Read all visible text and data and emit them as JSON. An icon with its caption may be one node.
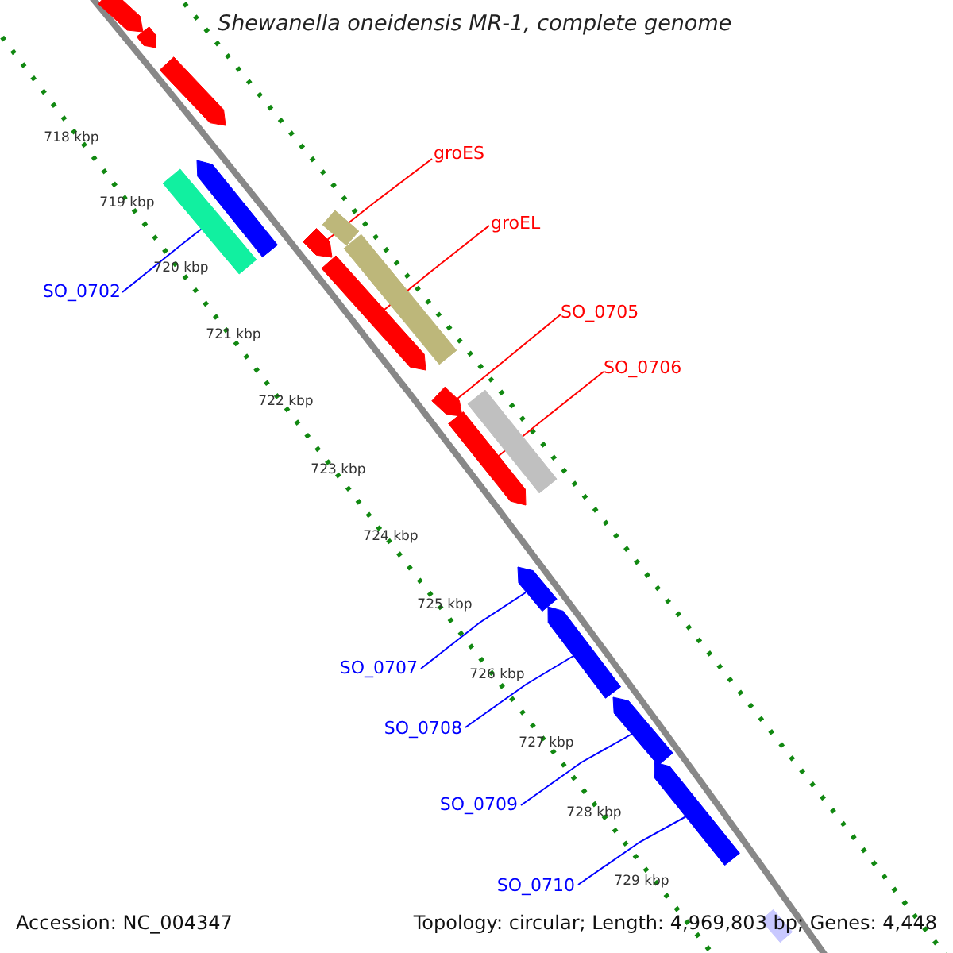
{
  "diagram": {
    "title": "Shewanella oneidensis MR-1, complete genome",
    "nodes": [
      {
        "text": [],
        "shape": "arrow"
      },
      {
        "text": [],
        "shape": "arrow"
      },
      {
        "text": [],
        "shape": "arrow"
      },
      {
        "text": [
          "groES"
        ]
      },
      {
        "text": [],
        "shape": "arrow"
      },
      {
        "text": [],
        "shape": "bar"
      },
      {
        "text": [
          "groEL"
        ]
      },
      {
        "text": [],
        "shape": "bar"
      },
      {
        "text": [],
        "shape": "arrow"
      },
      {
        "text": [],
        "shape": "bar"
      },
      {
        "text": [],
        "shape": "arrow"
      },
      {
        "text": [
          "SO_0702"
        ]
      },
      {
        "text": [
          "SO_0705"
        ]
      },
      {
        "text": [
          "SO_0706"
        ]
      },
      {
        "text": [],
        "shape": "arrow"
      },
      {
        "text": [],
        "shape": "bar"
      },
      {
        "text": [],
        "shape": "arrow"
      },
      {
        "text": [],
        "shape": "arrow"
      },
      {
        "text": [
          "SO_0707"
        ]
      },
      {
        "text": [],
        "shape": "arrow"
      },
      {
        "text": [
          "SO_0708"
        ]
      },
      {
        "text": [],
        "shape": "arrow"
      },
      {
        "text": [
          "SO_0709"
        ]
      },
      {
        "text": [],
        "shape": "arrow"
      },
      {
        "text": [
          "SO_0710"
        ]
      },
      {
        "text": [],
        "shape": "bar"
      }
    ],
    "edges": [
      {
        "from": 3,
        "to": 8,
        "arrow": "none",
        "color": "#ff0000"
      },
      {
        "from": 6,
        "to": 10,
        "arrow": "none",
        "color": "#ff0000"
      },
      {
        "from": 11,
        "to": 5,
        "arrow": "none"
      },
      {
        "from": 12,
        "to": 14,
        "arrow": "none",
        "color": "#ff0000"
      },
      {
        "from": 13,
        "to": 16,
        "arrow": "none",
        "color": "#ff0000"
      },
      {
        "from": 18,
        "to": 17,
        "arrow": "none"
      },
      {
        "from": 20,
        "to": 19,
        "arrow": "none"
      },
      {
        "from": 22,
        "to": 21,
        "arrow": "none"
      },
      {
        "from": 24,
        "to": 23,
        "arrow": "none"
      }
    ],
    "labels": [
      "718 kbp",
      "719 kbp",
      "720 kbp",
      "721 kbp",
      "722 kbp",
      "723 kbp",
      "724 kbp",
      "725 kbp",
      "726 kbp",
      "727 kbp",
      "728 kbp",
      "729 kbp",
      "Accession: NC_004347",
      "Topology: circular; Length: 4,969,803 bp; Genes: 4,448"
    ]
  }
}
